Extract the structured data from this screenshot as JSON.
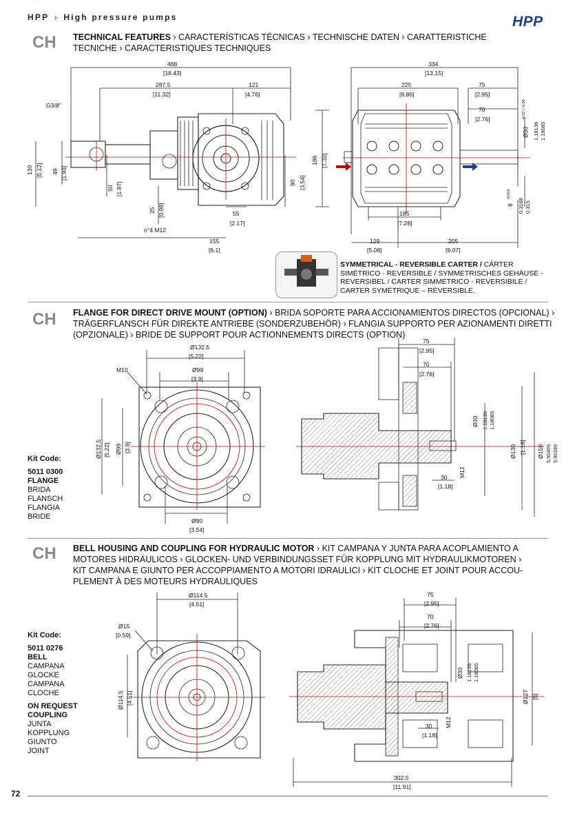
{
  "header": {
    "brand": "HPP",
    "separator": "›",
    "subtitle": "High pressure pumps",
    "logo_text": "HPP"
  },
  "colors": {
    "accent_red": "#c00000",
    "logo_blue": "#1b3f8c",
    "section_code_gray": "#8a8a8a"
  },
  "sections": [
    {
      "code": "CH",
      "title_bold": "TECHNICAL FEATURES",
      "title_rest_line1": " › CARACTERÍSTICAS TÉCNICAS › TECHNISCHE DATEN ›  CARATTERISTICHE",
      "title_rest_line2": "TECNICHE › CARACTERISTIQUES TECHNIQUES"
    },
    {
      "code": "CH",
      "title_bold": "FLANGE FOR DIRECT DRIVE MOUNT (OPTION)",
      "title_rest_line1": " › BRIDA SOPORTE PARA ACCIONAMIENTOS DIRECTOS (OPCIONAL) ›",
      "title_rest_line2": "TRÄGERFLANSCH FÜR DIREKTE ANTRIEBE (SONDERZUBEHÖR) › FLANGIA SUPPORTO PER AZIONAMENTI DIRETTI",
      "title_rest_line3": "(OPZIONALE) › BRIDE DE SUPPORT POUR ACTIONNEMENTS DIRECTS (OPTION)"
    },
    {
      "code": "CH",
      "title_bold": "BELL HOUSING AND COUPLING FOR HYDRAULIC MOTOR",
      "title_rest_line1": " › KIT CAMPANA Y JUNTA PARA ACOPLAMIENTO A",
      "title_rest_line2": "MOTORES HIDRÁULICOS › GLOCKEN- UND VERBINDUNGSSET FÜR KOPPLUNG MIT HYDRAULIKMOTOREN ›",
      "title_rest_line3": "KIT CAMPANA E GIUNTO PER ACCOPPIAMENTO A MOTORI IDRAULICI › KIT CLOCHE ET JOINT POUR ACCOU-",
      "title_rest_line4": "PLEMENT À DES MOTEURS HYDRAULIQUES"
    }
  ],
  "symmetrical": {
    "bold": "SYMMETRICAL - REVERSIBLE CARTER / ",
    "line1_rest": "CÁRTER",
    "line2": "SIMÉTRICO - REVERSIBLE / SYMMETRISCHES GEHÄUSE -",
    "line3": "REVERSIBEL / CARTER SIMMETRICO - REVERSIBILE /",
    "line4": "CARTER SYMÉTRIQUE – RÉVERSIBLE."
  },
  "kit_flange": {
    "heading": "Kit Code:",
    "code": "5011 0300",
    "name": "FLANGE",
    "translations": [
      "BRIDA",
      "FLANSCH",
      "FLANGIA",
      "BRIDE"
    ]
  },
  "kit_bell": {
    "heading": "Kit Code:",
    "code": "5011 0276",
    "name": "BELL",
    "translations": [
      "CAMPANA",
      "GLOCKE",
      "CAMPANA",
      "CLOCHE"
    ],
    "on_request_1": "ON REQUEST",
    "on_request_2": "COUPLING",
    "coupling_translations": [
      "JUNTA",
      "KOPPLUNG",
      "GIUNTO",
      "JOINT"
    ]
  },
  "dims_pump_side": {
    "d468": "468",
    "d468i": "[18.43]",
    "d287": "287.5",
    "d287i": "[11.32]",
    "d121": "121",
    "d121i": "[4.76]",
    "g38": "G3/8\"",
    "d130": "130",
    "d130i": "[5.12]",
    "d49": "49",
    "d49i": "[1.93]",
    "d50": "50",
    "d50i": "[1.97]",
    "d25": "25",
    "d25i": "[0.98]",
    "d55": "55",
    "d55i": "[2.17]",
    "m12": "n°4 M12",
    "d155": "155",
    "d155i": "[6.1]",
    "d90": "90",
    "d90i": "[3.54]",
    "d186": "186",
    "d186i": "[7.32]"
  },
  "dims_pump_top": {
    "d334": "334",
    "d334i": "[13.15]",
    "d225": "225",
    "d225i": "[8.86]",
    "d75": "75",
    "d75i": "[2.95]",
    "d70": "70",
    "d70i": "[2.76]",
    "d30": "Ø30",
    "d30tol": "-0.02 / -0.04",
    "d30i1": "1.18136",
    "d30i2": "1.18085",
    "d8": "8",
    "d8tol": "-0.022",
    "d8i1": "0.3168",
    "d8i2": "0.315",
    "d185": "185",
    "d185i": "[7.28]",
    "d129": "129",
    "d129i": "[5.08]",
    "d205": "205",
    "d205i": "[8.07]"
  },
  "dims_flange": {
    "d1325": "Ø132.5",
    "d1325i": "[5.22]",
    "m10": "M10",
    "d99": "Ø99",
    "d99i": "[3.9]",
    "d1325v": "Ø132.5",
    "d1325vi": "[5.22]",
    "d99v": "Ø99",
    "d99vi": "[3.9]",
    "d90": "Ø90",
    "d90i": "[3.54]",
    "d75": "75",
    "d75i": "[2.95]",
    "d70": "70",
    "d70i": "[2.76]",
    "d30": "Ø30",
    "d30i1": "1.18136",
    "d30i2": "1.18085",
    "d130": "Ø130",
    "d130i": "[1.18]",
    "d150": "Ø150",
    "d150i1": "5.90495",
    "d150i2": "5.90339",
    "m12": "M12",
    "d30b": "30",
    "d30bi": "[1.18]"
  },
  "dims_bell": {
    "d1145": "Ø114.5",
    "d1145i": "[4.51]",
    "d15": "Ø15",
    "d15i": "[0.59]",
    "d1145v": "Ø114.5",
    "d1145vi": "[4.51]",
    "d75": "75",
    "d75i": "[2.95]",
    "d70": "70",
    "d70i": "[2.76]",
    "d30": "Ø30",
    "d30i1": "1.18136",
    "d30i2": "1.18085",
    "m12": "M12",
    "d30b": "30",
    "d30bi": "[1.18]",
    "d127": "Ø127",
    "d127i": "[5]",
    "d3025": "302.5",
    "d3025i": "[11.91]"
  },
  "page_number": "72"
}
